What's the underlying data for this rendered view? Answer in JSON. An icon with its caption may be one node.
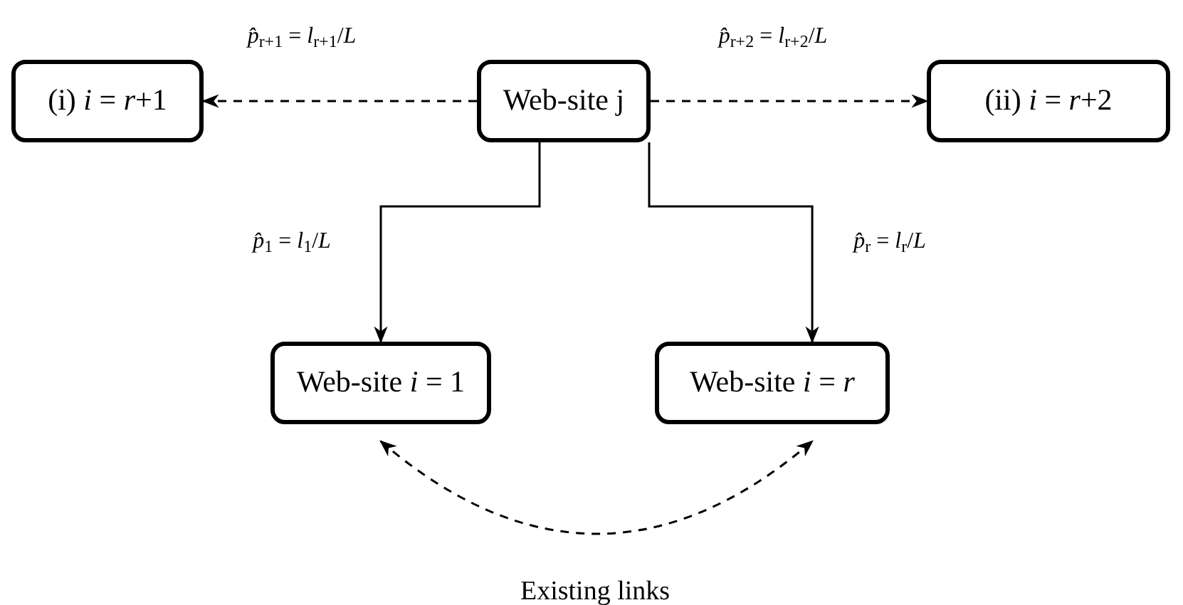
{
  "diagram": {
    "nodes": [
      {
        "text": [
          "(i) *i* = *r*+1"
        ]
      },
      {
        "text": [
          "Web-site j"
        ]
      },
      {
        "text": [
          "(ii) *i* = *r*+2"
        ]
      },
      {
        "text": [
          "Web-site *i* = 1"
        ]
      },
      {
        "text": [
          "Web-site *i* = *r*"
        ]
      }
    ],
    "edges": [
      {
        "from": 1,
        "to": 0,
        "arrow": "to",
        "style": "dashed",
        "label": "*p̂*$_{r+1}$ = *l*$_{r+1}$/*L*"
      },
      {
        "from": 1,
        "to": 2,
        "arrow": "to",
        "style": "dashed",
        "label": "*p̂*$_{r+2}$ = *l*$_{r+2}$/*L*"
      },
      {
        "from": 1,
        "to": 3,
        "arrow": "to",
        "label": "*p̂*$_{1}$ = *l*$_{1}$/*L*"
      },
      {
        "from": 1,
        "to": 4,
        "arrow": "to",
        "label": "*p̂*$_{r}$ = *l*$_{r}$/*L*"
      },
      {
        "from": 3,
        "to": 4,
        "arrow": "both",
        "style": "dashed",
        "label": "Existing links"
      }
    ]
  }
}
